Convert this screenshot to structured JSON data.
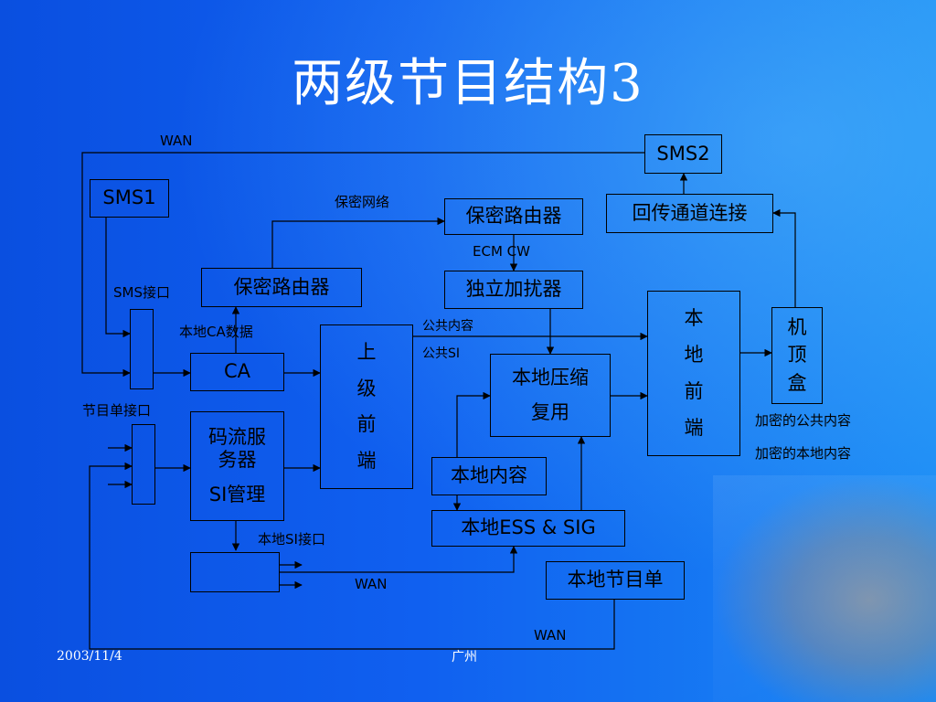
{
  "title": "两级节目结构3",
  "boxes": {
    "sms2": "SMS2",
    "sms1": "SMS1",
    "secure_router_top": "保密路由器",
    "return_channel": "回传通道连接",
    "scrambler": "独立加扰器",
    "secure_router_left": "保密路由器",
    "ca": "CA",
    "stream_server_l1": "码流服",
    "stream_server_l2": "务器",
    "stream_server_l3": "SI管理",
    "upper_frontend": [
      "上",
      "级",
      "前",
      "端"
    ],
    "local_mux_l1": "本地压缩",
    "local_mux_l2": "复用",
    "local_frontend": [
      "本",
      "地",
      "前",
      "端"
    ],
    "stb": [
      "机",
      "顶",
      "盒"
    ],
    "local_content": "本地内容",
    "local_ess_sig": "本地ESS & SIG",
    "local_program_guide": "本地节目单"
  },
  "labels": {
    "wan_top": "WAN",
    "secure_network": "保密网络",
    "ecm_cw": "ECM CW",
    "sms_interface": "SMS接口",
    "local_ca_data": "本地CA数据",
    "public_content": "公共内容",
    "public_si": "公共SI",
    "program_list_interface": "节目单接口",
    "encrypted_public": "加密的公共内容",
    "encrypted_local": "加密的本地内容",
    "local_si_interface": "本地SI接口",
    "wan_mid": "WAN",
    "wan_bottom": "WAN"
  },
  "footer": {
    "date": "2003/11/4",
    "location": "广州"
  }
}
